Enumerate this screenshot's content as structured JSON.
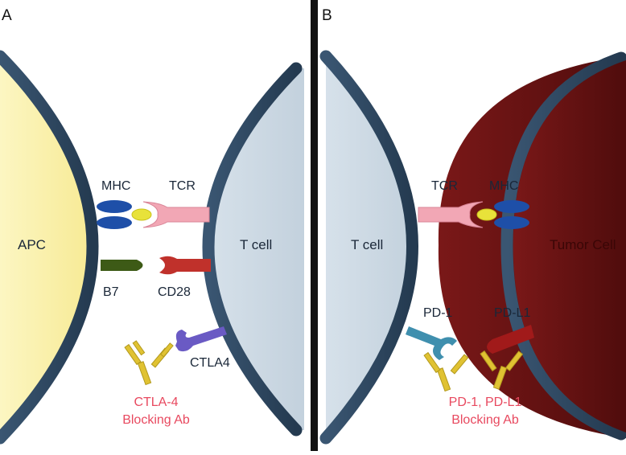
{
  "panel_a": {
    "letter": "A",
    "cells": {
      "left": "APC",
      "right": "T cell"
    },
    "molecules": {
      "mhc": "MHC",
      "tcr": "TCR",
      "b7": "B7",
      "cd28": "CD28",
      "ctla4": "CTLA4"
    },
    "antibody": {
      "line1": "CTLA-4",
      "line2": "Blocking Ab"
    }
  },
  "panel_b": {
    "letter": "B",
    "cells": {
      "left": "T cell",
      "right": "Tumor Cell"
    },
    "molecules": {
      "tcr": "TCR",
      "mhc": "MHC",
      "pd1": "PD-1",
      "pdl1": "PD-L1"
    },
    "antibody": {
      "line1": "PD-1, PD-L1",
      "line2": "Blocking Ab"
    }
  },
  "colors": {
    "membrane": "#2f4a62",
    "apc": "#fbf3b0",
    "tcell": "#cdd9e3",
    "tumor": "#6a1212",
    "mhc": "#1e4fa8",
    "peptide": "#e8e23a",
    "tcr": "#f2a7b5",
    "b7": "#3d5a16",
    "cd28": "#c0312b",
    "ctla4": "#6a5ac4",
    "pd1": "#3f8fae",
    "pdl1": "#a11a1a",
    "antibody": "#e0c232",
    "label_pink": "#e8495f",
    "divider": "#111111"
  }
}
